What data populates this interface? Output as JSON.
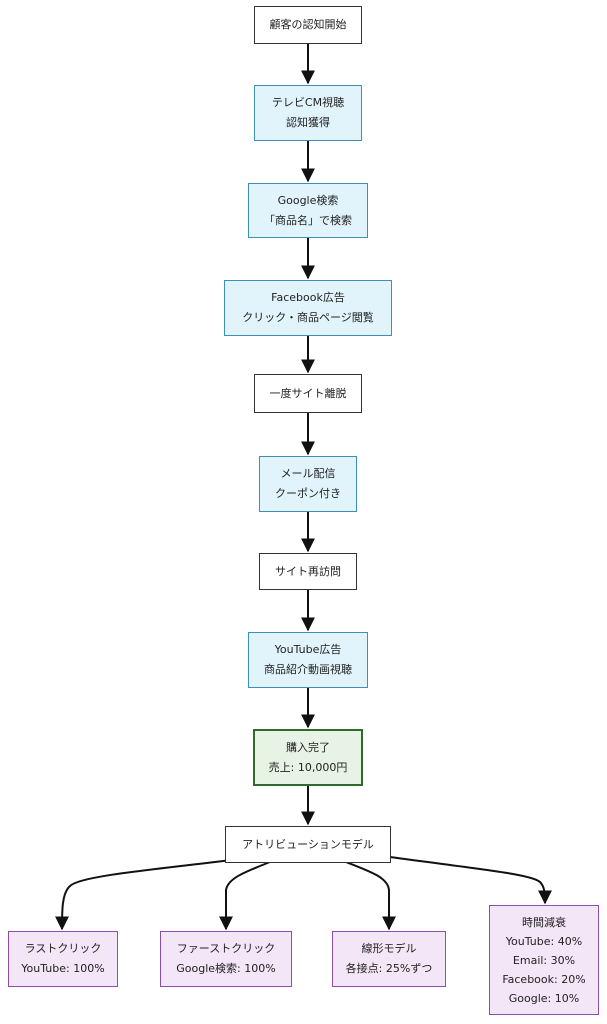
{
  "flow": {
    "start": {
      "lines": [
        "顧客の認知開始"
      ]
    },
    "tv": {
      "lines": [
        "テレビCM視聴",
        "認知獲得"
      ]
    },
    "google": {
      "lines": [
        "Google検索",
        "「商品名」で検索"
      ]
    },
    "facebook": {
      "lines": [
        "Facebook広告",
        "クリック・商品ページ閲覧"
      ]
    },
    "leave": {
      "lines": [
        "一度サイト離脱"
      ]
    },
    "email": {
      "lines": [
        "メール配信",
        "クーポン付き"
      ]
    },
    "revisit": {
      "lines": [
        "サイト再訪問"
      ]
    },
    "youtube": {
      "lines": [
        "YouTube広告",
        "商品紹介動画視聴"
      ]
    },
    "purchase": {
      "lines": [
        "購入完了",
        "売上: 10,000円"
      ]
    },
    "attribution": {
      "lines": [
        "アトリビューションモデル"
      ]
    }
  },
  "models": {
    "last_click": {
      "lines": [
        "ラストクリック",
        "YouTube: 100%"
      ]
    },
    "first_click": {
      "lines": [
        "ファーストクリック",
        "Google検索: 100%"
      ]
    },
    "linear": {
      "lines": [
        "線形モデル",
        "各接点: 25%ずつ"
      ]
    },
    "time_decay": {
      "lines": [
        "時間減衰",
        "YouTube: 40%",
        "Email: 30%",
        "Facebook: 20%",
        "Google: 10%"
      ]
    }
  },
  "colors": {
    "channel_fill": "#e1f4fb",
    "channel_border": "#3d8fb5",
    "goal_fill": "#e7f3e4",
    "goal_border": "#2f6b2a",
    "model_fill": "#f3e6f7",
    "model_border": "#8a4fb0",
    "edge": "#111111"
  }
}
